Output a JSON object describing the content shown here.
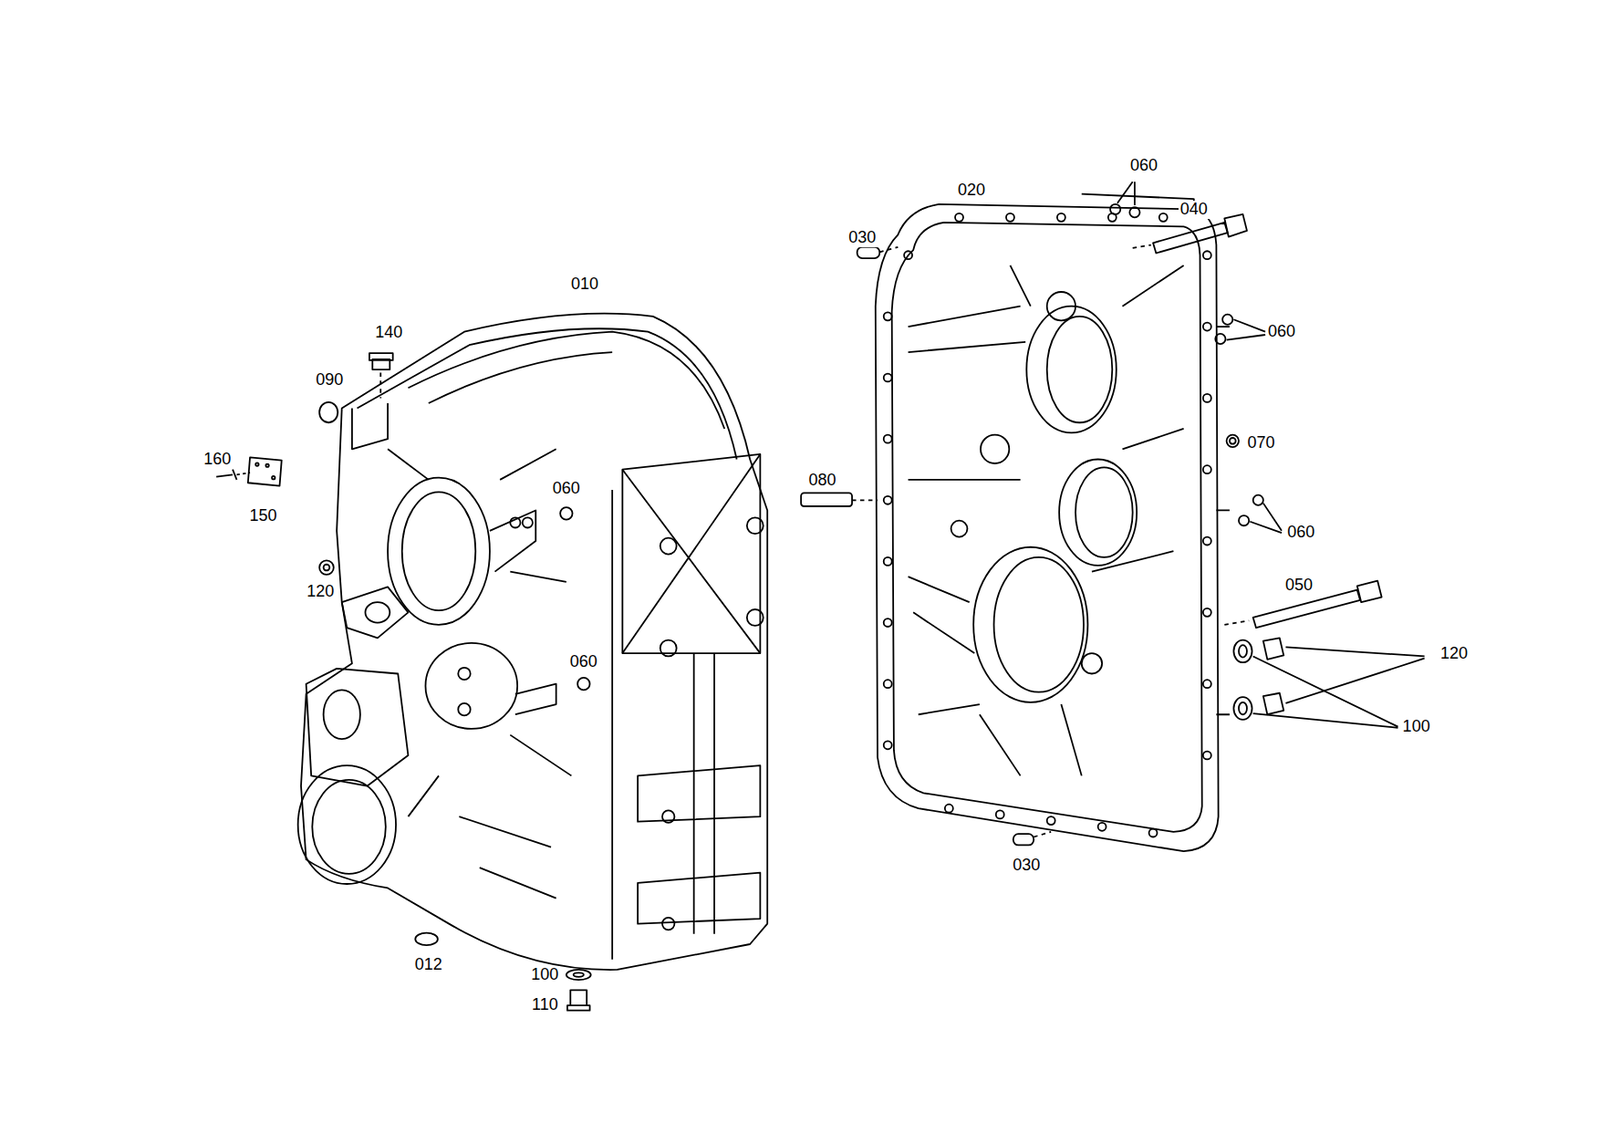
{
  "diagram": {
    "labels": [
      "060",
      "020",
      "030",
      "040",
      "010",
      "140",
      "060",
      "090",
      "070",
      "160",
      "080",
      "060",
      "150",
      "060",
      "120",
      "050",
      "120",
      "060",
      "100",
      "030",
      "012",
      "100",
      "110"
    ]
  }
}
